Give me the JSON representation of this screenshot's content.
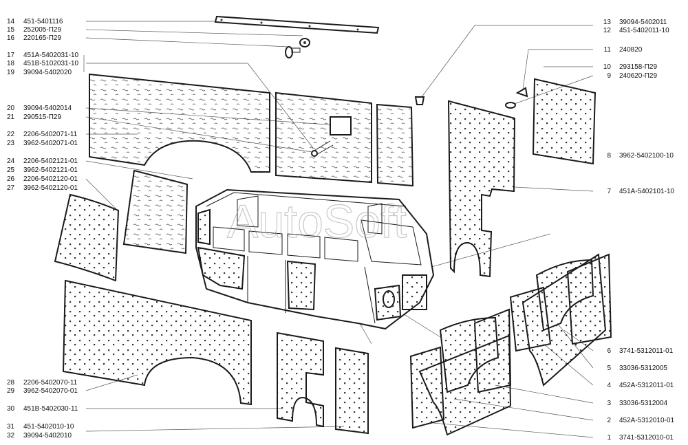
{
  "watermark": "AutoSoft",
  "callouts_left": [
    {
      "num": "14",
      "part": "451-5401116"
    },
    {
      "num": "15",
      "part": "252005-П29"
    },
    {
      "num": "16",
      "part": "220165-П29"
    },
    {
      "num": "17",
      "part": "451А-5402031-10"
    },
    {
      "num": "18",
      "part": "451В-5102031-10"
    },
    {
      "num": "19",
      "part": "39094-5402020"
    },
    {
      "num": "20",
      "part": "39094-5402014"
    },
    {
      "num": "21",
      "part": "290515-П29"
    },
    {
      "num": "22",
      "part": "2206-5402071-11"
    },
    {
      "num": "23",
      "part": "3962-5402071-01"
    },
    {
      "num": "24",
      "part": "2206-5402121-01"
    },
    {
      "num": "25",
      "part": "3962-5402121-01"
    },
    {
      "num": "26",
      "part": "2206-5402120-01"
    },
    {
      "num": "27",
      "part": "3962-5402120-01"
    },
    {
      "num": "28",
      "part": "2206-5402070-11"
    },
    {
      "num": "29",
      "part": "3962-5402070-01"
    },
    {
      "num": "30",
      "part": "451В-5402030-11"
    },
    {
      "num": "31",
      "part": "451-5402010-10"
    },
    {
      "num": "32",
      "part": "39094-5402010"
    }
  ],
  "callouts_right": [
    {
      "num": "13",
      "part": "39094-5402011"
    },
    {
      "num": "12",
      "part": "451-5402011-10"
    },
    {
      "num": "11",
      "part": "240820"
    },
    {
      "num": "10",
      "part": "293158-П29"
    },
    {
      "num": "9",
      "part": "240620-П29"
    },
    {
      "num": "8",
      "part": "3962-5402100-10"
    },
    {
      "num": "7",
      "part": "451А-5402101-10"
    },
    {
      "num": "6",
      "part": "3741-5312011-01"
    },
    {
      "num": "5",
      "part": "33036-5312005"
    },
    {
      "num": "4",
      "part": "452А-5312011-01"
    },
    {
      "num": "3",
      "part": "33036-5312004"
    },
    {
      "num": "2",
      "part": "452А-5312010-01"
    },
    {
      "num": "1",
      "part": "3741-5312010-01"
    }
  ]
}
